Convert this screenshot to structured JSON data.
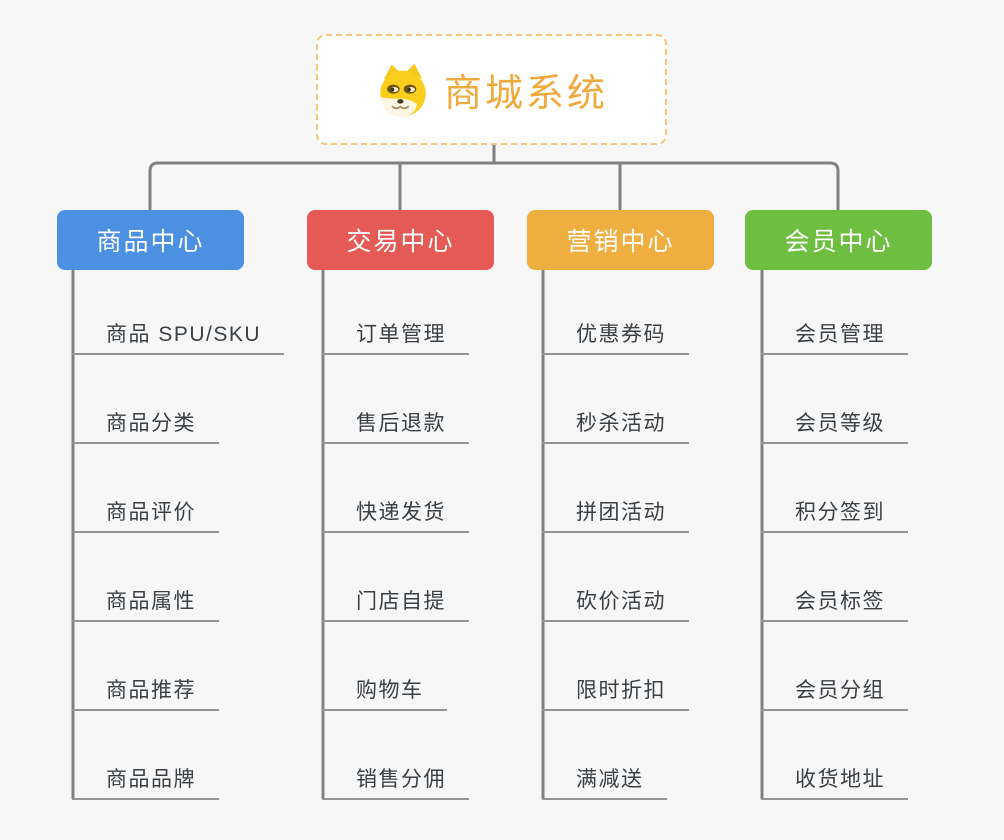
{
  "root": {
    "title": "商城系统",
    "icon": "doge-icon",
    "accent_color": "#f0a93c",
    "border_color": "#f6c57a"
  },
  "branches": [
    {
      "label": "商品中心",
      "color": "#4b90e2",
      "children": [
        "商品 SPU/SKU",
        "商品分类",
        "商品评价",
        "商品属性",
        "商品推荐",
        "商品品牌"
      ]
    },
    {
      "label": "交易中心",
      "color": "#e55a54",
      "children": [
        "订单管理",
        "售后退款",
        "快递发货",
        "门店自提",
        "购物车",
        "销售分佣"
      ]
    },
    {
      "label": "营销中心",
      "color": "#efae40",
      "children": [
        "优惠券码",
        "秒杀活动",
        "拼团活动",
        "砍价活动",
        "限时折扣",
        "满减送"
      ]
    },
    {
      "label": "会员中心",
      "color": "#6ebe41",
      "children": [
        "会员管理",
        "会员等级",
        "积分签到",
        "会员标签",
        "会员分组",
        "收货地址"
      ]
    }
  ],
  "style": {
    "background_color": "#f7f7f7",
    "connector_color": "#818181",
    "leaf_line_color": "#949494",
    "leaf_text_color": "#3b4045"
  }
}
